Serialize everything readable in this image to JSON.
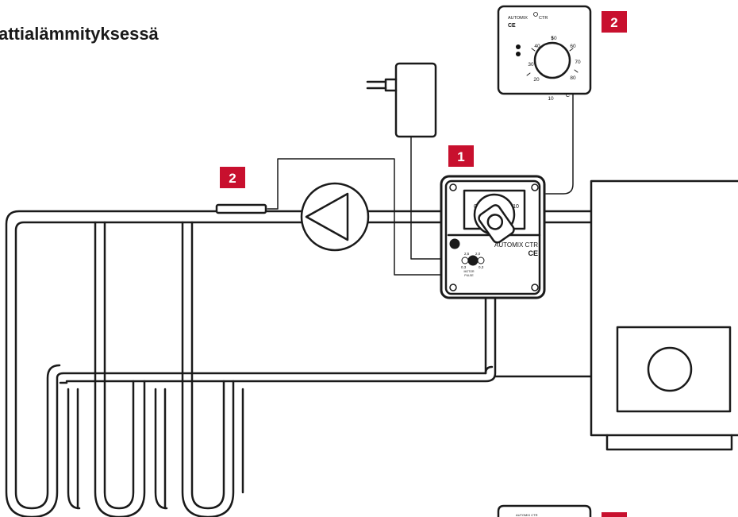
{
  "title": "attialämmityksessä",
  "badges": {
    "mixer": "1",
    "thermostat": "2",
    "sensor": "2"
  },
  "actuator": {
    "brand": "AUTOMIX CTR",
    "mark": "CE",
    "dial_min": "0",
    "dial_max": "10",
    "pulse_values": [
      "2,5",
      "2,0",
      "0,3",
      "0,3"
    ],
    "caption_line1": "MOTOR",
    "caption_line2": "PULSE"
  },
  "thermostat": {
    "brand": "AUTOMIX",
    "brand_suffix": "CTR",
    "mark": "CE",
    "scale": [
      "10",
      "20",
      "30",
      "40",
      "50",
      "60",
      "70",
      "80"
    ],
    "unit": "°C"
  },
  "bottom_unit": {
    "brand": "AUTOMIX CTR"
  },
  "colors": {
    "accent": "#c8102e",
    "line": "#1a1a1a"
  }
}
